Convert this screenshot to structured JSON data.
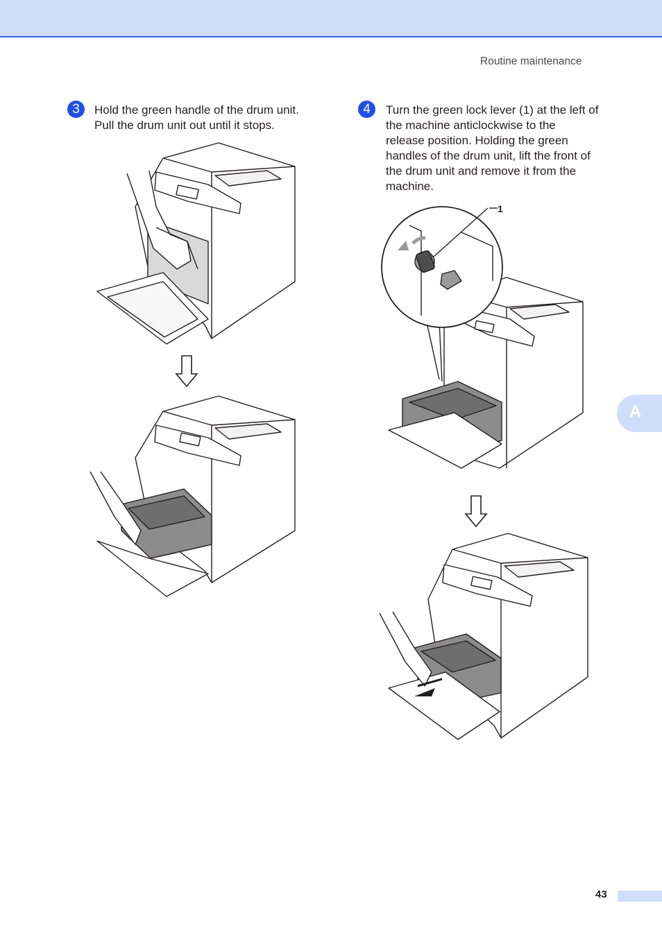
{
  "header": {
    "section_title": "Routine maintenance"
  },
  "steps": [
    {
      "number": "3",
      "lines": [
        "Hold the green handle of the drum unit.",
        "Pull the drum unit out until it stops."
      ]
    },
    {
      "number": "4",
      "lines": [
        "Turn the green lock lever (1) at the left of",
        "the machine anticlockwise to the",
        "release position. Holding the green",
        "handles of the drum unit, lift the front of",
        "the drum unit and remove it from the",
        "machine."
      ],
      "callout": "1"
    }
  ],
  "side_tab": {
    "label": "A"
  },
  "footer": {
    "page_number": "43"
  },
  "colors": {
    "band": "#cfdffb",
    "band_rule": "#2e63e0",
    "step_bullet": "#1f4fe6"
  }
}
